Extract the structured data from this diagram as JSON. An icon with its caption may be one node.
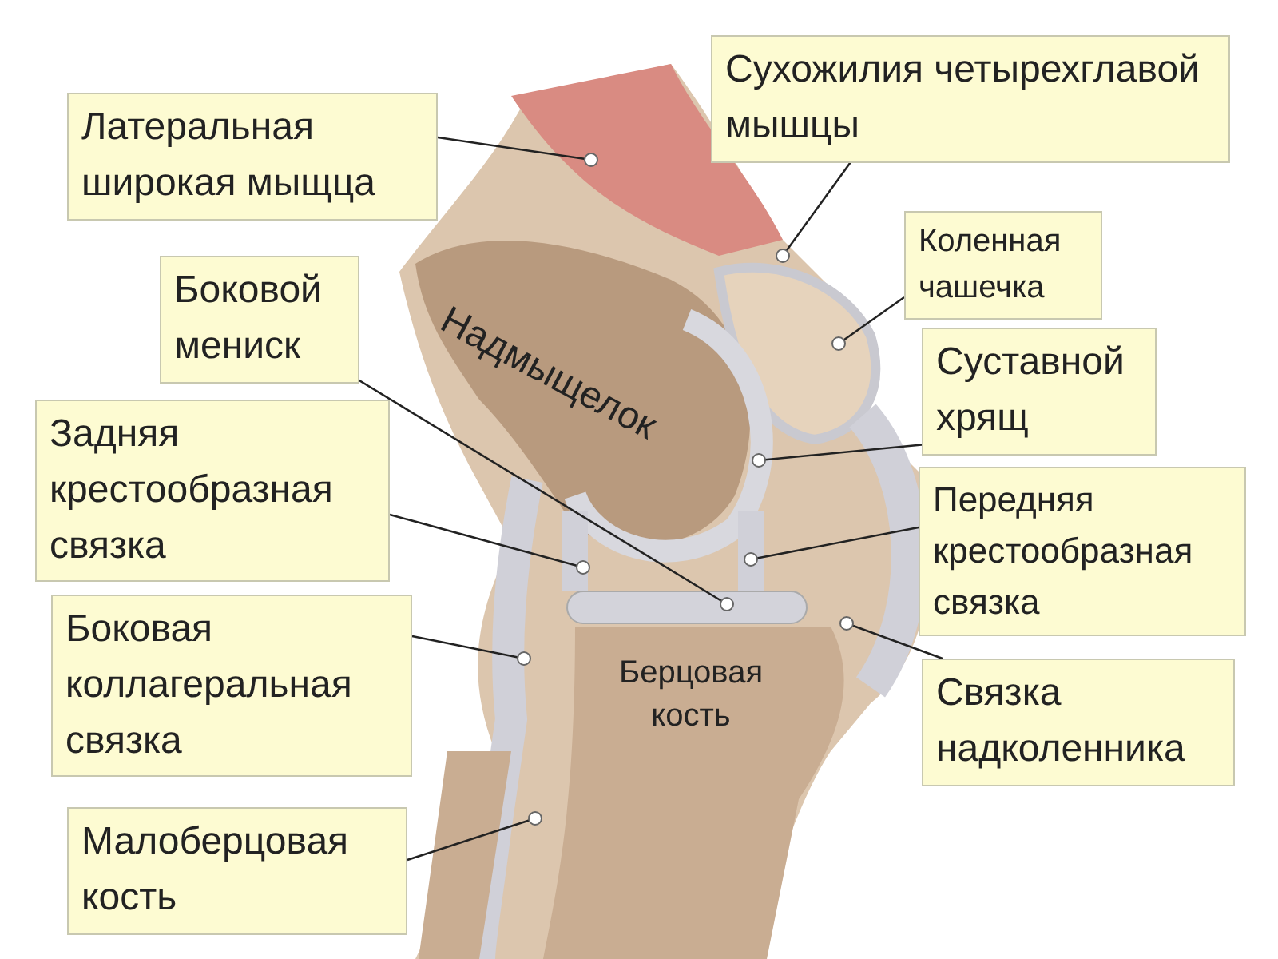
{
  "diagram": {
    "nodes": [
      {
        "text": [
          "Латеральная широкая мыщца"
        ]
      },
      {
        "text": [
          "Сухожилия четырехглавой мышцы"
        ]
      },
      {
        "text": [
          "Коленная чашечка"
        ]
      },
      {
        "text": [
          "Боковой мениск"
        ]
      },
      {
        "text": [
          "Суставной хрящ"
        ]
      },
      {
        "text": [
          "Задняя крестообразная связка"
        ]
      },
      {
        "text": [
          "Передняя крестообразная связка"
        ]
      },
      {
        "text": [
          "Боковая коллагеральная связка"
        ]
      },
      {
        "text": [
          "Связка надколенника"
        ]
      },
      {
        "text": [
          "Малоберцовая кость"
        ]
      }
    ],
    "edges": [
      {
        "from": 0,
        "to": null,
        "arrow": "other"
      },
      {
        "from": 1,
        "to": null,
        "arrow": "other"
      },
      {
        "from": 2,
        "to": null,
        "arrow": "other"
      },
      {
        "from": 3,
        "to": null,
        "arrow": "other"
      },
      {
        "from": 4,
        "to": null,
        "arrow": "other"
      },
      {
        "from": 5,
        "to": null,
        "arrow": "other"
      },
      {
        "from": 6,
        "to": null,
        "arrow": "other"
      },
      {
        "from": 7,
        "to": null,
        "arrow": "other"
      },
      {
        "from": 8,
        "to": null,
        "arrow": "other"
      },
      {
        "from": 9,
        "to": null,
        "arrow": "other"
      }
    ],
    "labels": [
      "Надмыщелок",
      "Берцовая кость"
    ]
  }
}
